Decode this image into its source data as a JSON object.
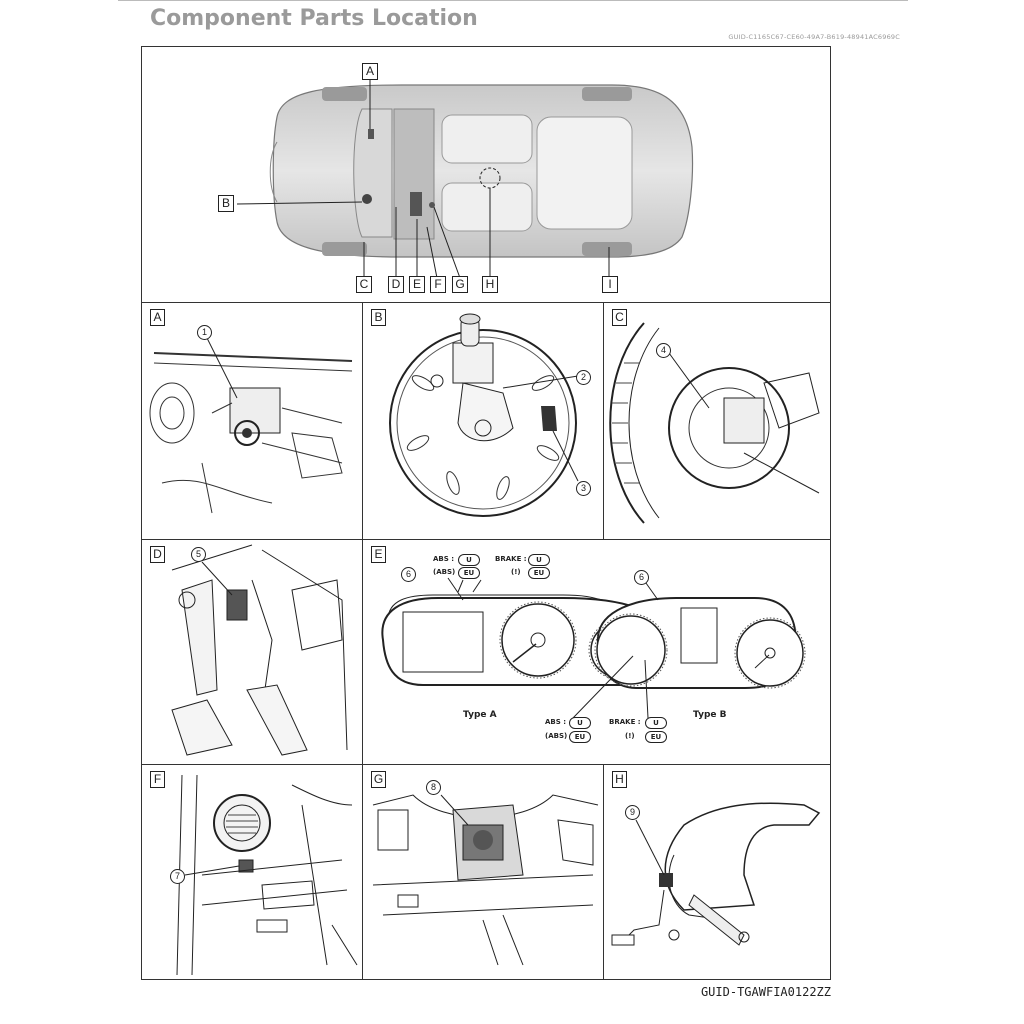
{
  "header": {
    "title": "Component Parts Location",
    "guid": "GUID-C1165C67-CE60-49A7-B619-48941AC6969C"
  },
  "overview": {
    "callouts": [
      "A",
      "B",
      "C",
      "D",
      "E",
      "F",
      "G",
      "H",
      "I"
    ]
  },
  "panels": [
    {
      "letter": "A",
      "numbers": [
        "1"
      ]
    },
    {
      "letter": "B",
      "numbers": [
        "2",
        "3"
      ]
    },
    {
      "letter": "C",
      "numbers": [
        "4"
      ]
    },
    {
      "letter": "D",
      "numbers": [
        "5"
      ]
    },
    {
      "letter": "E",
      "numbers": [
        "6",
        "6"
      ]
    },
    {
      "letter": "F",
      "numbers": [
        "7"
      ]
    },
    {
      "letter": "G",
      "numbers": [
        "8"
      ]
    },
    {
      "letter": "H",
      "numbers": [
        "9"
      ]
    }
  ],
  "cluster": {
    "abs_label": "ABS :",
    "brake_label": "BRAKE :",
    "u": "U",
    "eu": "EU",
    "type_a": "Type A",
    "type_b": "Type B"
  },
  "footer": {
    "guid": "GUID-TGAWFIA0122ZZ"
  }
}
